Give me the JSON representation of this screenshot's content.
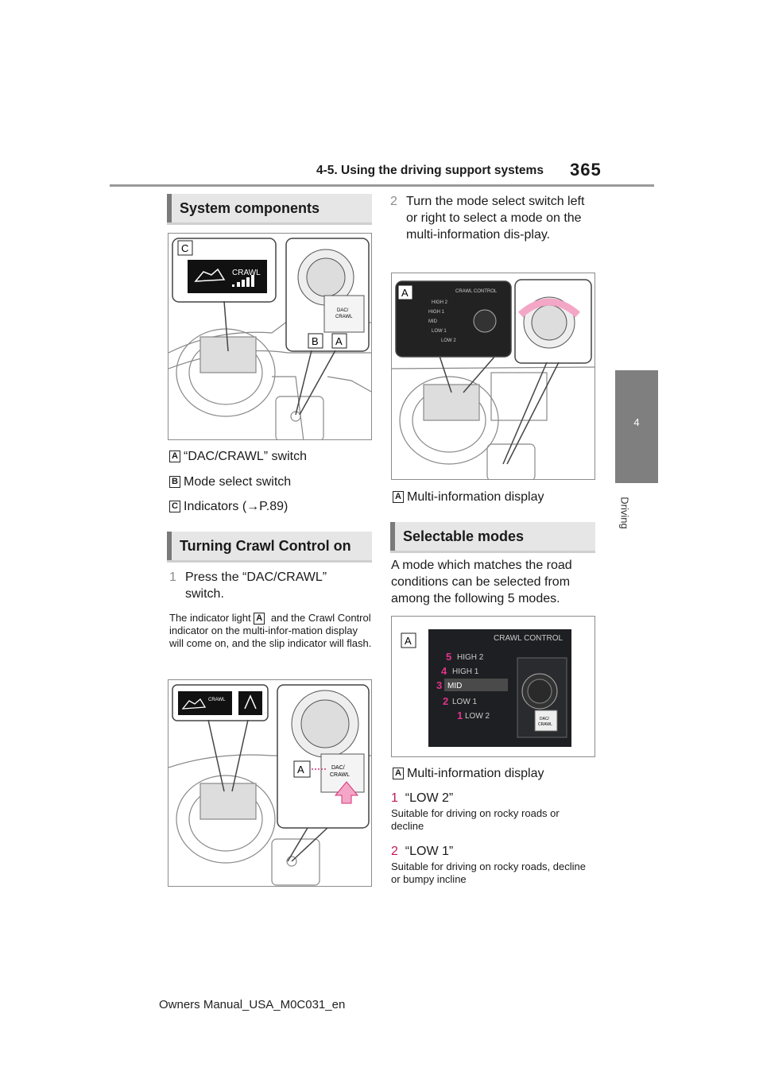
{
  "header": {
    "section": "4-5. Using the driving support systems",
    "page": "365"
  },
  "tab": {
    "number": "4",
    "label": "Driving"
  },
  "left": {
    "system_components": {
      "title": "System components",
      "fig_labels": {
        "c": "C",
        "b": "B",
        "a": "A",
        "crawl": "CRAWL",
        "dac": "DAC/\nCRAWL"
      },
      "items": [
        {
          "box": "A",
          "text": "“DAC/CRAWL” switch"
        },
        {
          "box": "B",
          "text": "Mode select switch"
        },
        {
          "box": "C",
          "text": "Indicators (→P.89)"
        }
      ]
    },
    "crawl_on": {
      "title": "Turning Crawl Control on",
      "step_num": "1",
      "step_text": "Press the “DAC/CRAWL” switch.",
      "note_before": "The indicator light",
      "note_box": "A",
      "note_after": "and the Crawl Control indicator on the multi-infor-mation display will come on, and the slip indicator will flash.",
      "fig_labels": {
        "a": "A",
        "crawl": "CRAWL",
        "dac": "DAC/ CRAWL"
      }
    }
  },
  "right": {
    "step2": {
      "num": "2",
      "text": "Turn the mode select switch left or right to select a mode on the multi-information dis-play."
    },
    "fig_labels": {
      "a": "A",
      "crawl_control": "CRAWL CONTROL",
      "modes": [
        "HIGH 2",
        "HIGH 1",
        "MID",
        "LOW 1",
        "LOW 2"
      ]
    },
    "caption_a": {
      "box": "A",
      "text": "Multi-information display"
    },
    "selectable": {
      "title": "Selectable modes",
      "intro": "A mode which matches the road conditions can be selected from among the following 5 modes.",
      "caption_a": {
        "box": "A",
        "text": "Multi-information display"
      },
      "modes": [
        {
          "num": "1",
          "name": "“LOW 2”",
          "desc": "Suitable for driving on rocky roads or decline"
        },
        {
          "num": "2",
          "name": "“LOW 1”",
          "desc": "Suitable for driving on rocky roads, decline or bumpy incline"
        }
      ],
      "numbered_modes": [
        "5",
        "4",
        "3",
        "2",
        "1"
      ]
    }
  },
  "footer": "Owners Manual_USA_M0C031_en"
}
